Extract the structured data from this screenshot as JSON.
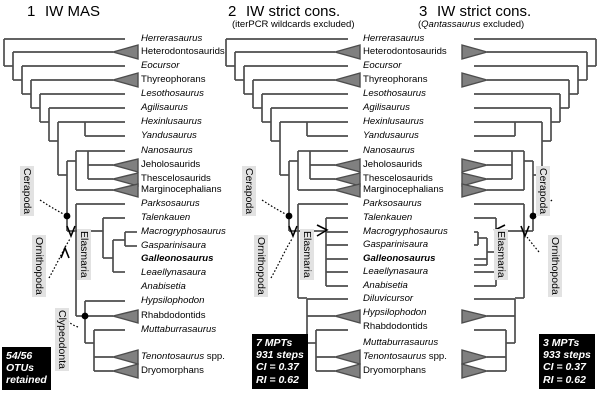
{
  "figure": {
    "panels": [
      {
        "number": "1",
        "title": "IW MAS",
        "subtitle": "",
        "stats": [
          "54/56",
          "OTUs",
          "retained"
        ],
        "clade_labels": [
          "Cerapoda",
          "Ornithopoda",
          "Elasmaria",
          "Clypeodonta"
        ],
        "taxa": [
          {
            "label": "Herrerasaurus",
            "style": "italic"
          },
          {
            "label": "Heterodontosaurids",
            "style": "roman"
          },
          {
            "label": "Eocursor",
            "style": "italic"
          },
          {
            "label": "Thyreophorans",
            "style": "roman"
          },
          {
            "label": "Lesothosaurus",
            "style": "italic"
          },
          {
            "label": "Agilisaurus",
            "style": "italic"
          },
          {
            "label": "Hexinlusaurus",
            "style": "italic"
          },
          {
            "label": "Yandusaurus",
            "style": "italic"
          },
          {
            "label": "Nanosaurus",
            "style": "italic"
          },
          {
            "label": "Jeholosaurids",
            "style": "roman"
          },
          {
            "label": "Thescelosaurids",
            "style": "roman"
          },
          {
            "label": "Marginocephalians",
            "style": "roman"
          },
          {
            "label": "Parksosaurus",
            "style": "italic"
          },
          {
            "label": "Talenkauen",
            "style": "italic"
          },
          {
            "label": "Macrogryphosaurus",
            "style": "italic"
          },
          {
            "label": "Gasparinisaura",
            "style": "italic"
          },
          {
            "label": "Galleonosaurus",
            "style": "bold-italic"
          },
          {
            "label": "Leaellynasaura",
            "style": "italic"
          },
          {
            "label": "Anabisetia",
            "style": "italic"
          },
          {
            "label": "Hypsilophodon",
            "style": "italic"
          },
          {
            "label": "Rhabdodontids",
            "style": "roman"
          },
          {
            "label": "Muttaburrasaurus",
            "style": "italic"
          },
          {
            "label": "Tenontosaurus spp.",
            "style": "italic-partial"
          },
          {
            "label": "Dryomorphans",
            "style": "roman"
          }
        ]
      },
      {
        "number": "2",
        "title": "IW strict cons.",
        "subtitle": "(iterPCR wildcards excluded)",
        "stats": [
          "7 MPTs",
          "931 steps",
          "CI = 0.37",
          "RI = 0.62"
        ],
        "clade_labels": [
          "Cerapoda",
          "Ornithopoda",
          "Elasmaria"
        ],
        "taxa": [
          {
            "label": "Herrerasaurus",
            "style": "italic"
          },
          {
            "label": "Heterodontosaurids",
            "style": "roman"
          },
          {
            "label": "Eocursor",
            "style": "italic"
          },
          {
            "label": "Thyreophorans",
            "style": "roman"
          },
          {
            "label": "Lesothosaurus",
            "style": "italic"
          },
          {
            "label": "Agilisaurus",
            "style": "italic"
          },
          {
            "label": "Hexinlusaurus",
            "style": "italic"
          },
          {
            "label": "Yandusaurus",
            "style": "italic"
          },
          {
            "label": "Nanosaurus",
            "style": "italic"
          },
          {
            "label": "Jeholosaurids",
            "style": "roman"
          },
          {
            "label": "Thescelosaurids",
            "style": "roman"
          },
          {
            "label": "Marginocephalians",
            "style": "roman"
          },
          {
            "label": "Parksosaurus",
            "style": "italic"
          },
          {
            "label": "Talenkauen",
            "style": "italic"
          },
          {
            "label": "Macrogryphosaurus",
            "style": "italic"
          },
          {
            "label": "Gasparinisaura",
            "style": "italic"
          },
          {
            "label": "Galleonosaurus",
            "style": "bold-italic"
          },
          {
            "label": "Leaellynasaura",
            "style": "italic"
          },
          {
            "label": "Anabisetia",
            "style": "italic"
          },
          {
            "label": "Diluvicursor",
            "style": "italic"
          },
          {
            "label": "Hypsilophodon",
            "style": "italic"
          },
          {
            "label": "Rhabdodontids",
            "style": "roman"
          },
          {
            "label": "Muttaburrasaurus",
            "style": "italic"
          },
          {
            "label": "Tenontosaurus spp.",
            "style": "italic-partial"
          },
          {
            "label": "Dryomorphans",
            "style": "roman"
          }
        ]
      },
      {
        "number": "3",
        "title": "IW strict cons.",
        "subtitle": "(Qantassaurus excluded)",
        "subtitle_italic_word": "Qantassaurus",
        "stats": [
          "3 MPTs",
          "933 steps",
          "CI = 0.37",
          "RI = 0.62"
        ],
        "clade_labels": [
          "Cerapoda",
          "Ornithopoda",
          "Elasmaria"
        ]
      }
    ],
    "colors": {
      "line": "#4d4d4d",
      "triangle_fill": "#808080",
      "triangle_stroke": "#4d4d4d",
      "stats_bg": "#000000",
      "stats_fg": "#ffffff",
      "clade_bg": "#e2e2e2",
      "text": "#000000"
    }
  }
}
